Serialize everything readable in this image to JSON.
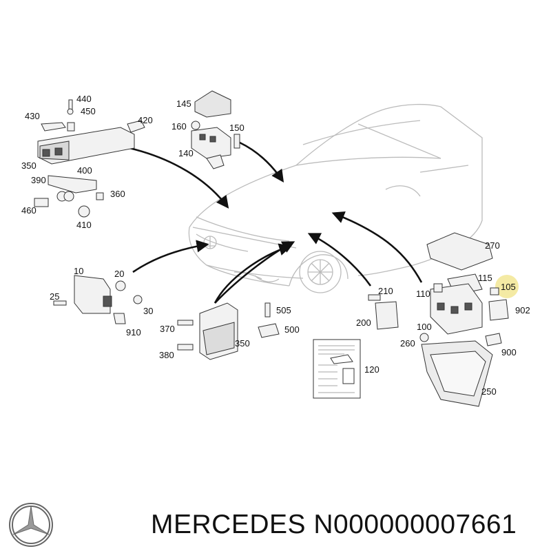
{
  "diagram": {
    "callouts": {
      "c440": "440",
      "c450": "450",
      "c430": "430",
      "c420": "420",
      "c350a": "350",
      "c400": "400",
      "c390": "390",
      "c360": "360",
      "c460": "460",
      "c410": "410",
      "c145": "145",
      "c160": "160",
      "c150": "150",
      "c140": "140",
      "c10": "10",
      "c20": "20",
      "c25": "25",
      "c30": "30",
      "c910": "910",
      "c370": "370",
      "c380": "380",
      "c350b": "350",
      "c505": "505",
      "c500": "500",
      "c210": "210",
      "c200": "200",
      "c120": "120",
      "c270": "270",
      "c115": "115",
      "c105": "105",
      "c110": "110",
      "c902": "902",
      "c100": "100",
      "c260": "260",
      "c900": "900",
      "c250": "250"
    },
    "highlight_color": "#f3e89a",
    "line_color": "#222222"
  },
  "footer": {
    "brand_logo": "mercedes-star-logo",
    "text": "MERCEDES N000000007661"
  }
}
